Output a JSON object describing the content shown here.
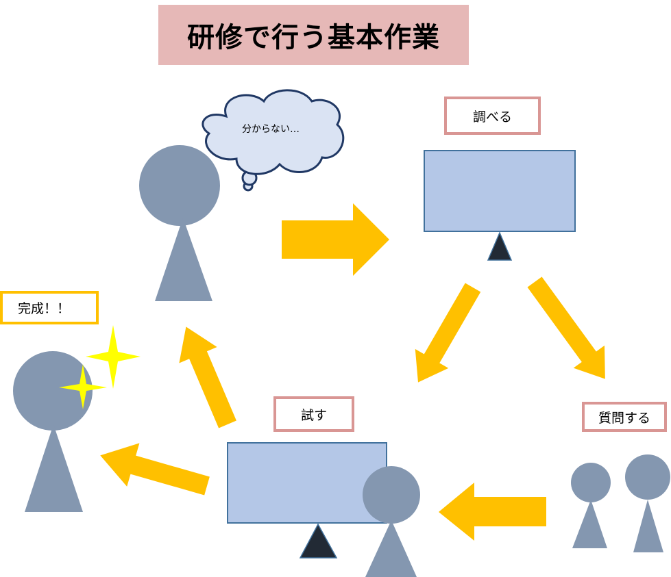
{
  "title": "研修で行う基本作業",
  "thought_bubble": "分からない…",
  "labels": {
    "research": "調べる",
    "ask": "質問する",
    "try": "試す",
    "done": "完成！！"
  },
  "colors": {
    "person": "#8497b0",
    "monitor_fill": "#b4c7e7",
    "monitor_border": "#41719c",
    "stand": "#222a35",
    "arrow": "#ffc000",
    "label_border_pink": "#d99694",
    "label_border_gold": "#ffc000",
    "title_bg": "#e6b8b7",
    "cloud_fill": "#dae3f3",
    "cloud_stroke": "#203864",
    "sparkle": "#ffff00"
  }
}
